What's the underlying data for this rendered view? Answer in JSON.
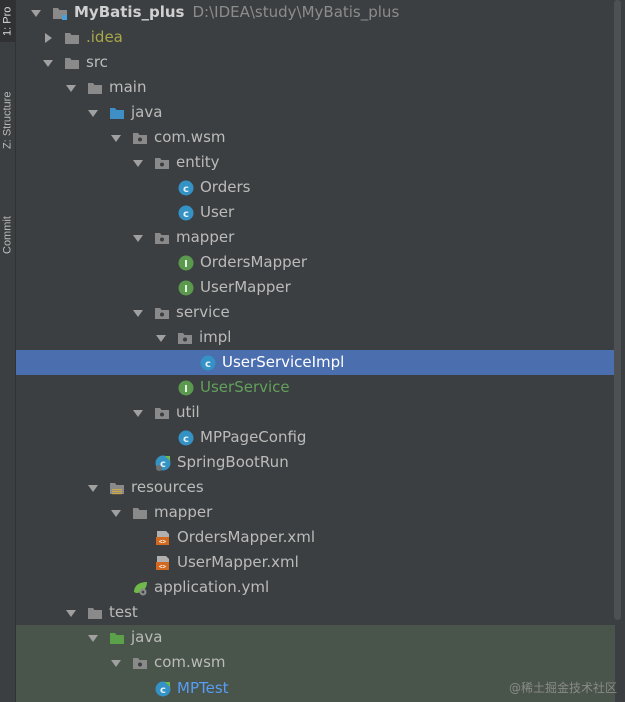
{
  "sidebar": {
    "tabs": [
      {
        "label": "1: Pro"
      },
      {
        "label": "Z: Structure"
      },
      {
        "label": "Commit"
      }
    ]
  },
  "tree": {
    "root": {
      "label": "MyBatis_plus",
      "path": "D:\\IDEA\\study\\MyBatis_plus"
    },
    "items": [
      {
        "label": ".idea"
      },
      {
        "label": "src"
      },
      {
        "label": "main"
      },
      {
        "label": "java"
      },
      {
        "label": "com.wsm"
      },
      {
        "label": "entity"
      },
      {
        "label": "Orders"
      },
      {
        "label": "User"
      },
      {
        "label": "mapper"
      },
      {
        "label": "OrdersMapper"
      },
      {
        "label": "UserMapper"
      },
      {
        "label": "service"
      },
      {
        "label": "impl"
      },
      {
        "label": "UserServiceImpl"
      },
      {
        "label": "UserService"
      },
      {
        "label": "util"
      },
      {
        "label": "MPPageConfig"
      },
      {
        "label": "SpringBootRun"
      },
      {
        "label": "resources"
      },
      {
        "label": "mapper"
      },
      {
        "label": "OrdersMapper.xml"
      },
      {
        "label": "UserMapper.xml"
      },
      {
        "label": "application.yml"
      },
      {
        "label": "test"
      },
      {
        "label": "java"
      },
      {
        "label": "com.wsm"
      },
      {
        "label": "MPTest"
      }
    ]
  },
  "colors": {
    "background": "#3c3f41",
    "selection": "#4b6eaf",
    "test_background": "#49544a",
    "text": "#bbbbbb",
    "modified_green": "#62a05b",
    "excluded_yellow": "#a8a84a",
    "test_blue": "#589df6"
  },
  "watermark": "@稀土掘金技术社区"
}
